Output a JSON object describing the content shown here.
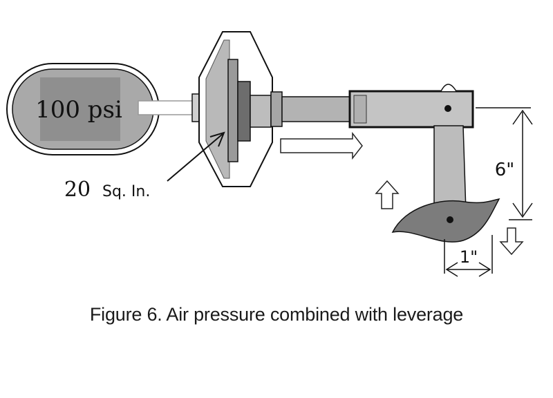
{
  "diagram": {
    "tank_label": "100 psi",
    "area_label": "20",
    "area_unit": "Sq. In.",
    "long_arm_label": "6\"",
    "short_arm_label": "1\""
  },
  "caption": "Figure 6. Air pressure combined with leverage",
  "colors": {
    "outline": "#111111",
    "tank_fill": "#a8a8a8",
    "tank_core": "#8c8c8c",
    "metal_light": "#c8c8c8",
    "metal_mid": "#a0a0a0",
    "metal_dark": "#6e6e6e",
    "cam": "#7a7a7a"
  }
}
